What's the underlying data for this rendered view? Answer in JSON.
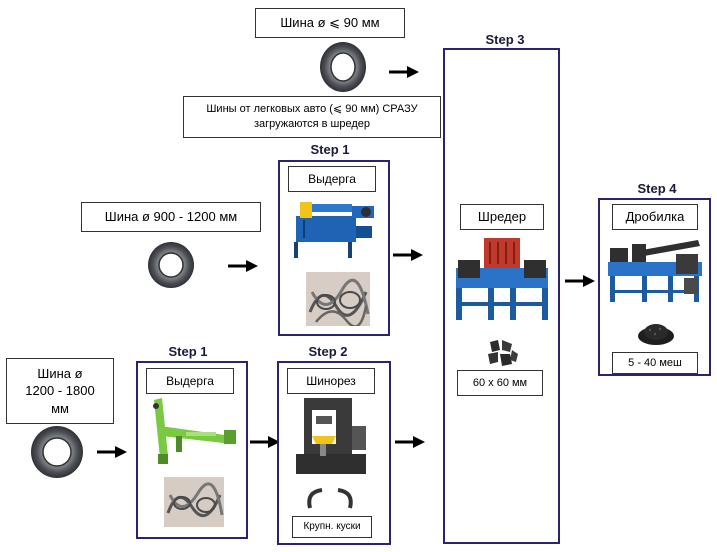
{
  "top": {
    "tire_label": "Шина ø ⩽ 90 мм",
    "note_line1": "Шины от легковых авто (⩽ 90 мм) СРАЗУ",
    "note_line2": "загружаются в шредер"
  },
  "middle": {
    "tire_label": "Шина ø 900 - 1200 мм",
    "step_title": "Step 1",
    "machine_label": "Выдерга"
  },
  "bottom": {
    "tire_label_line1": "Шина ø",
    "tire_label_line2": "1200 - 1800",
    "tire_label_line3": "мм",
    "step1_title": "Step 1",
    "step1_machine": "Выдерга",
    "step2_title": "Step 2",
    "step2_machine": "Шинорез",
    "step2_output": "Крупн. куски"
  },
  "step3": {
    "title": "Step 3",
    "machine": "Шредер",
    "output": "60 x 60 мм"
  },
  "step4": {
    "title": "Step 4",
    "machine": "Дробилка",
    "output": "5 - 40 меш"
  },
  "colors": {
    "frame": "#2a2470",
    "machine_blue": "#1f63b5",
    "machine_green": "#7ac943",
    "tire": "#55585c"
  }
}
